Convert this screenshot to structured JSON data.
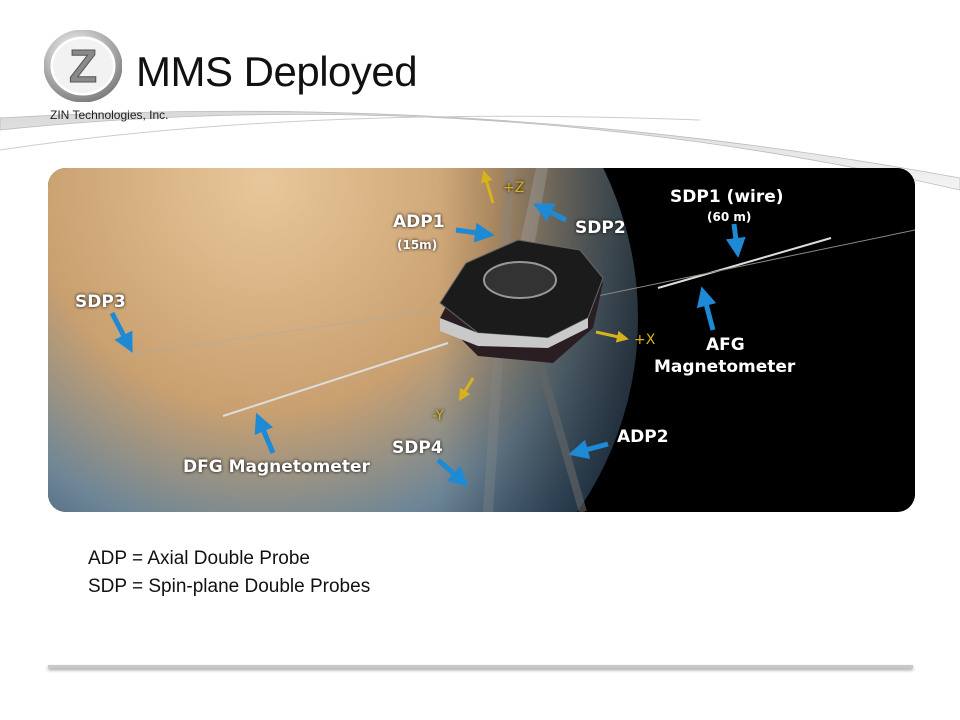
{
  "header": {
    "title": "MMS Deployed",
    "company": "ZIN Technologies, Inc.",
    "logo_letter": "Z"
  },
  "figure": {
    "labels": {
      "plus_z": "+Z",
      "adp1": "ADP1",
      "adp1_len": "(15m)",
      "sdp2": "SDP2",
      "sdp1": "SDP1 (wire)",
      "sdp1_len": "(60 m)",
      "sdp3": "SDP3",
      "plus_x": "+X",
      "afg": "AFG",
      "afg2": "Magnetometer",
      "minus_y": "-Y",
      "dfg": "DFG Magnetometer",
      "sdp4": "SDP4",
      "adp2": "ADP2"
    }
  },
  "legend": {
    "line1": "ADP = Axial Double Probe",
    "line2": "SDP = Spin-plane Double Probes"
  },
  "colors": {
    "arrow_blue": "#1e8ad6",
    "axis_yellow": "#d8b21a"
  }
}
